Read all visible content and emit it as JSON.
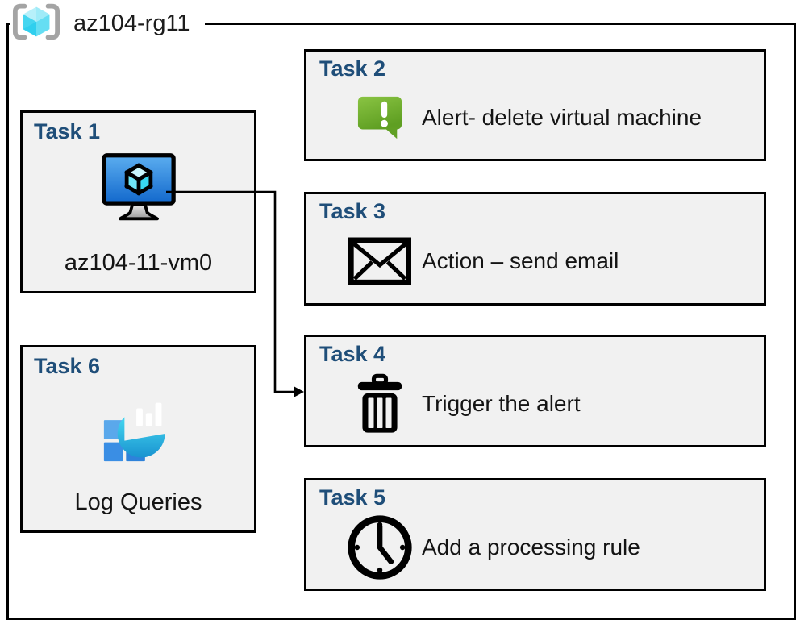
{
  "header": {
    "resource_group_name": "az104-rg11",
    "icon": "resource-group-icon"
  },
  "tasks": [
    {
      "heading": "Task 1",
      "label": "az104-11-vm0",
      "icon": "virtual-machine-icon"
    },
    {
      "heading": "Task 2",
      "label": "Alert- delete virtual machine",
      "icon": "alert-icon"
    },
    {
      "heading": "Task 3",
      "label": "Action – send email",
      "icon": "email-icon"
    },
    {
      "heading": "Task 4",
      "label": "Trigger the alert",
      "icon": "trash-icon"
    },
    {
      "heading": "Task 5",
      "label": "Add a processing rule",
      "icon": "clock-icon"
    },
    {
      "heading": "Task 6",
      "label": "Log Queries",
      "icon": "log-analytics-icon"
    }
  ],
  "connector": {
    "from": "Task 1",
    "to": "Task 4"
  },
  "colors": {
    "heading_blue": "#1f4e79",
    "box_fill": "#f1f1f1",
    "border_black": "#000000",
    "alert_green_top": "#8ac443",
    "alert_green_bottom": "#5f9f22",
    "vm_screen_top": "#5caef0",
    "vm_screen_bottom": "#1268cc",
    "log_teal_top": "#44d7f0",
    "log_teal_bottom": "#1a93d0",
    "log_square_light": "#5aa8eb",
    "log_square_mid": "#3a8ee4",
    "log_square_dark": "#2e82da",
    "rg_cube_cyan": "#30cfee",
    "bracket_gray": "#a4a4a4"
  }
}
